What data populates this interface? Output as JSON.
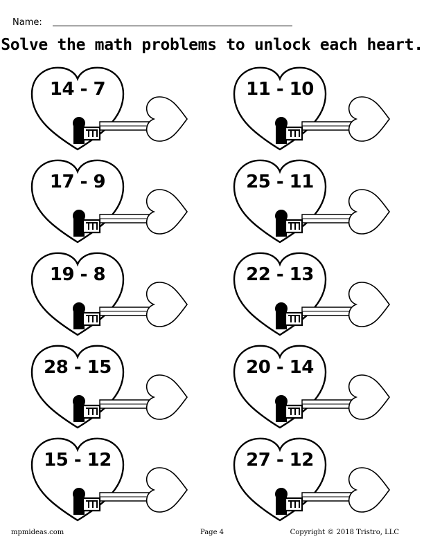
{
  "header": {
    "name_label": "Name:",
    "instruction": "Solve the math problems to unlock each heart."
  },
  "problems": [
    "14 - 7",
    "11 - 10",
    "17 - 9",
    "25 - 11",
    "19 - 8",
    "22 - 13",
    "28 - 15",
    "20 - 14",
    "15 - 12",
    "27 - 12"
  ],
  "footer": {
    "site": "mpmideas.com",
    "page": "Page 4",
    "copyright": "Copyright © 2018 Tristro, LLC"
  },
  "icons": {
    "heart": "heart-icon",
    "key": "key-icon",
    "keyhole": "keyhole-icon"
  }
}
